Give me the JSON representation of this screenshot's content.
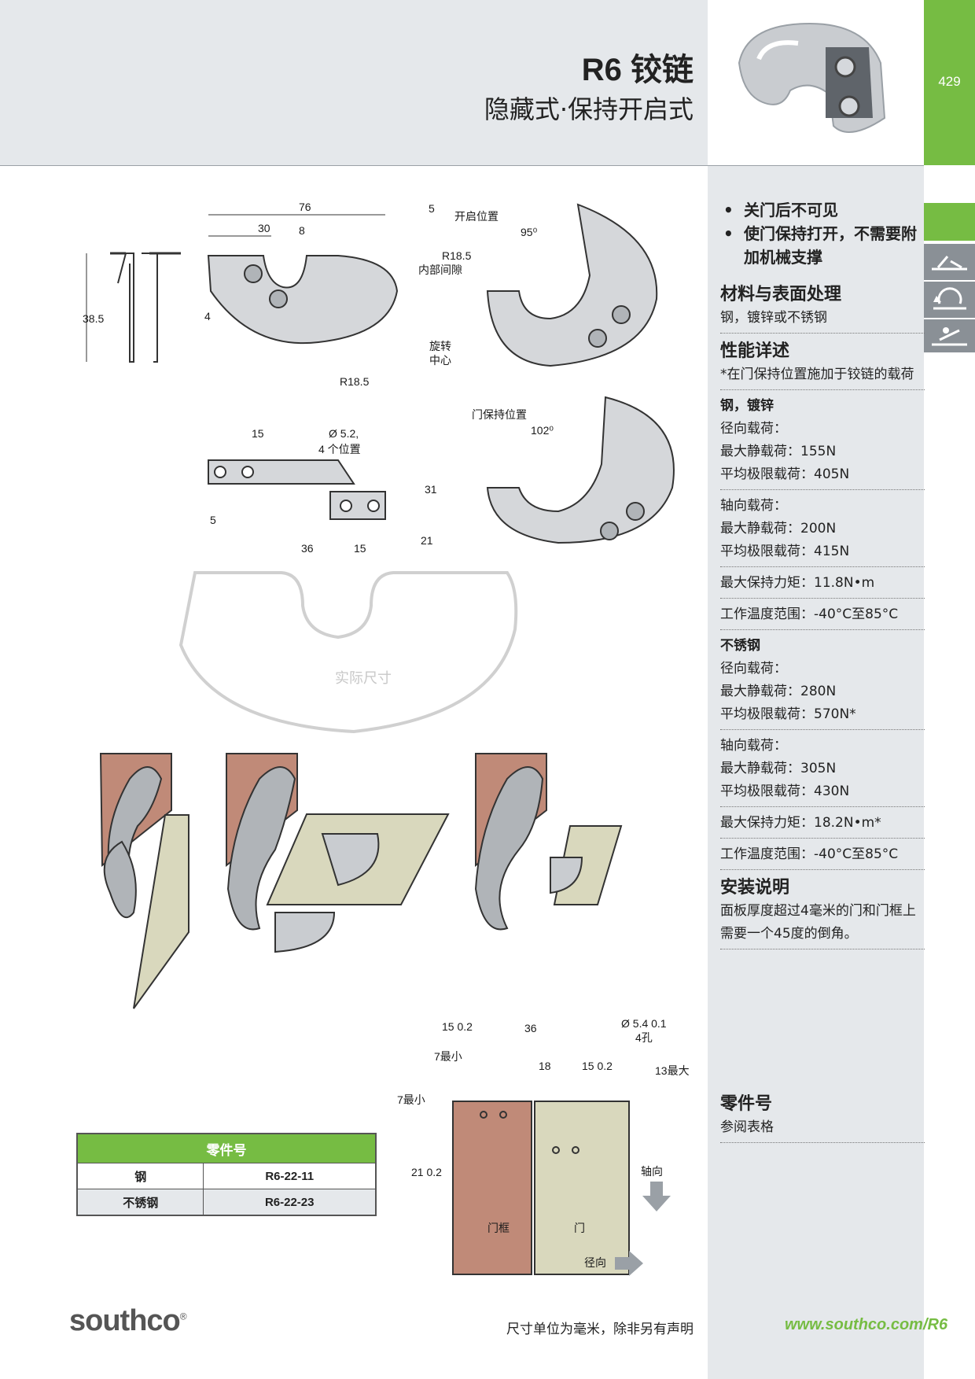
{
  "header": {
    "title": "R6 铰链",
    "subtitle": "隐藏式·保持开启式",
    "page_number": "429"
  },
  "colors": {
    "accent_green": "#76bc43",
    "panel_grey": "#e5e8eb",
    "frame_brown": "#c08a78",
    "door_beige": "#d9d8bd"
  },
  "features": [
    "关门后不可见",
    "使门保持打开，不需要附加机械支撑"
  ],
  "materials": {
    "heading": "材料与表面处理",
    "text": "钢，镀锌或不锈钢"
  },
  "performance": {
    "heading": "性能详述",
    "note": "*在门保持位置施加于铰链的载荷",
    "steel": {
      "name": "钢，镀锌",
      "radial_label": "径向载荷：",
      "radial_static": "最大静载荷：155N",
      "radial_ultimate": "平均极限载荷：405N",
      "axial_label": "轴向载荷：",
      "axial_static": "最大静载荷：200N",
      "axial_ultimate": "平均极限载荷：415N",
      "torque": "最大保持力矩：11.8N•m",
      "temp": "工作温度范围：-40°C至85°C"
    },
    "stainless": {
      "name": "不锈钢",
      "radial_label": "径向载荷：",
      "radial_static": "最大静载荷：280N",
      "radial_ultimate": "平均极限载荷：570N*",
      "axial_label": "轴向载荷：",
      "axial_static": "最大静载荷：305N",
      "axial_ultimate": "平均极限载荷：430N",
      "torque": "最大保持力矩：18.2N•m*",
      "temp": "工作温度范围：-40°C至85°C"
    }
  },
  "install": {
    "heading": "安装说明",
    "text": "面板厚度超过4毫米的门和门框上需要一个45度的倒角。"
  },
  "part_numbers": {
    "heading": "零件号",
    "text": "参阅表格"
  },
  "table": {
    "header": "零件号",
    "rows": [
      {
        "material": "钢",
        "part": "R6-22-11"
      },
      {
        "material": "不锈钢",
        "part": "R6-22-23"
      }
    ]
  },
  "drawing": {
    "dims": {
      "d76": "76",
      "d5": "5",
      "d30": "30",
      "d8": "8",
      "d38_5": "38.5",
      "d4": "4",
      "r18_5": "R18.5",
      "r18_5_gap": "R18.5",
      "gap_label": "内部间隙",
      "open_pos": "开启位置",
      "ang95": "95⁰",
      "pivot": "旋转",
      "pivot2": "中心",
      "d15": "15",
      "hole": "Ø 5.2,",
      "hole2": "4 个位置",
      "d31": "31",
      "d5b": "5",
      "d36": "36",
      "d15b": "15",
      "d21": "21",
      "hold_pos": "门保持位置",
      "ang102": "102⁰",
      "actual": "实际尺寸"
    },
    "install": {
      "d15_02": "15  0.2",
      "d7min": "7最小",
      "d36": "36",
      "hole": "Ø 5.4  0.1",
      "holes": "4孔",
      "d18": "18",
      "d15_02b": "15  0.2",
      "d13max": "13最大",
      "d7min_b": "7最小",
      "d21_02": "21  0.2",
      "axial": "轴向",
      "frame": "门框",
      "door": "门",
      "radial": "径向"
    }
  },
  "footer": {
    "logo": "southco",
    "reg": "®",
    "note": "尺寸单位为毫米，除非另有声明",
    "url": "www.southco.com/R6"
  }
}
